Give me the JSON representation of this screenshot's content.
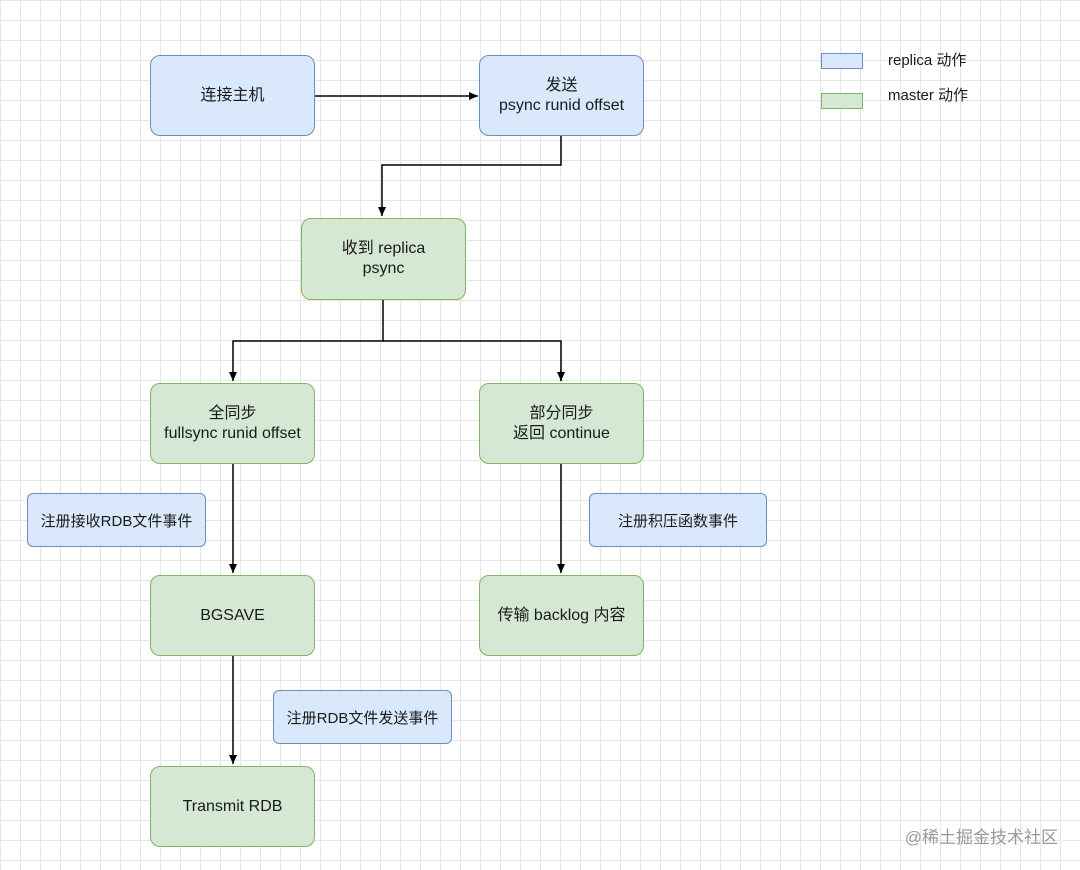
{
  "legend": {
    "replica_label": "replica 动作",
    "master_label": "master 动作"
  },
  "nodes": {
    "connect_master": "连接主机",
    "send_psync_line1": "发送",
    "send_psync_line2": "psync runid offset",
    "receive_psync_line1": "收到 replica",
    "receive_psync_line2": "psync",
    "full_sync_line1": "全同步",
    "full_sync_line2": "fullsync runid offset",
    "partial_sync_line1": "部分同步",
    "partial_sync_line2": "返回 continue",
    "bgsave": "BGSAVE",
    "transfer_backlog": "传输 backlog 内容",
    "transmit_rdb": "Transmit RDB"
  },
  "notes": {
    "register_receive_rdb": "注册接收RDB文件事件",
    "register_backlog": "注册积压函数事件",
    "register_send_rdb": "注册RDB文件发送事件"
  },
  "watermark": "@稀土掘金技术社区",
  "colors": {
    "replica_fill": "#dae8fc",
    "replica_stroke": "#6c8ebf",
    "master_fill": "#d5e8d4",
    "master_stroke": "#82b366",
    "edge": "#000000"
  }
}
